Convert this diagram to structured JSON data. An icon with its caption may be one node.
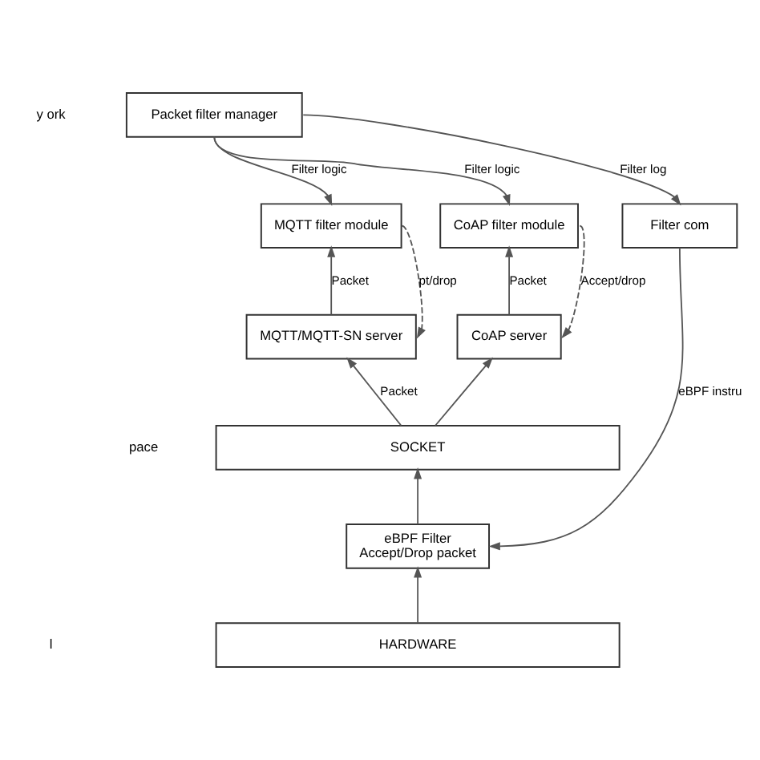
{
  "diagram": {
    "nodes": [
      {
        "text": [
          "Packet filter manager"
        ]
      },
      {
        "text": [
          "MQTT filter module"
        ]
      },
      {
        "text": [
          "CoAP filter module"
        ]
      },
      {
        "text": [
          "Filter com"
        ]
      },
      {
        "text": [
          "MQTT/MQTT-SN server"
        ]
      },
      {
        "text": [
          "CoAP server"
        ]
      },
      {
        "text": [
          "SOCKET"
        ]
      },
      {
        "text": [
          "eBPF Filter",
          "Accept/Drop packet"
        ]
      },
      {
        "text": [
          "HARDWARE"
        ]
      }
    ],
    "edges": [
      {
        "from": 0,
        "to": 1,
        "arrow": "to",
        "label": "Filter logic"
      },
      {
        "from": 0,
        "to": 2,
        "arrow": "to",
        "label": "Filter logic"
      },
      {
        "from": 0,
        "to": 3,
        "arrow": "to",
        "label": "Filter log"
      },
      {
        "from": 1,
        "to": 4,
        "arrow": "to",
        "label": "pt/drop",
        "style": "dashed"
      },
      {
        "from": 4,
        "to": 1,
        "arrow": "to",
        "label": "Packet"
      },
      {
        "from": 2,
        "to": 5,
        "arrow": "to",
        "label": "Accept/drop",
        "style": "dashed"
      },
      {
        "from": 5,
        "to": 2,
        "arrow": "to",
        "label": "Packet"
      },
      {
        "from": 6,
        "to": 4,
        "arrow": "to",
        "label": "Packet"
      },
      {
        "from": 6,
        "to": 5,
        "arrow": "to"
      },
      {
        "from": 3,
        "to": 7,
        "arrow": "to",
        "label": "eBPF instru"
      },
      {
        "from": 7,
        "to": 6,
        "arrow": "to"
      },
      {
        "from": 8,
        "to": 7,
        "arrow": "to"
      }
    ],
    "labels": [
      "y ork",
      "pace",
      "l"
    ]
  }
}
